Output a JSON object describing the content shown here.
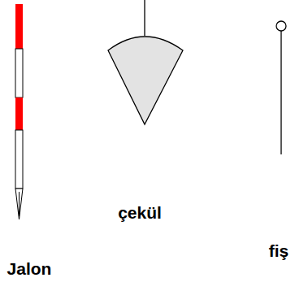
{
  "diagram": {
    "labels": [
      "Jalon",
      "çekül",
      "fiş"
    ]
  }
}
